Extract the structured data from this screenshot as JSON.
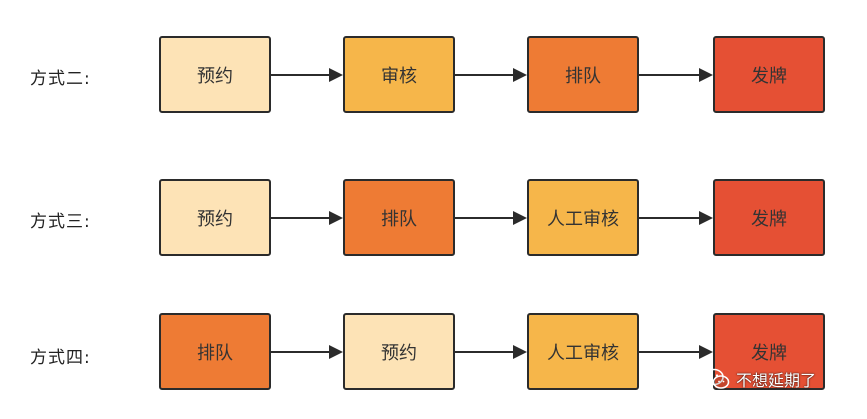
{
  "colors": {
    "light": "#FDE3B6",
    "amber": "#F6B64A",
    "orange": "#EE7B34",
    "red": "#E55034"
  },
  "rows": [
    {
      "label": "方式二:",
      "steps": [
        {
          "text": "预约",
          "color": "light"
        },
        {
          "text": "审核",
          "color": "amber"
        },
        {
          "text": "排队",
          "color": "orange"
        },
        {
          "text": "发牌",
          "color": "red"
        }
      ]
    },
    {
      "label": "方式三:",
      "steps": [
        {
          "text": "预约",
          "color": "light"
        },
        {
          "text": "排队",
          "color": "orange"
        },
        {
          "text": "人工审核",
          "color": "amber"
        },
        {
          "text": "发牌",
          "color": "red"
        }
      ]
    },
    {
      "label": "方式四:",
      "steps": [
        {
          "text": "排队",
          "color": "orange"
        },
        {
          "text": "预约",
          "color": "light"
        },
        {
          "text": "人工审核",
          "color": "amber"
        },
        {
          "text": "发牌",
          "color": "red"
        }
      ]
    }
  ],
  "watermark": {
    "icon": "wechat-icon",
    "text": "不想延期了"
  }
}
